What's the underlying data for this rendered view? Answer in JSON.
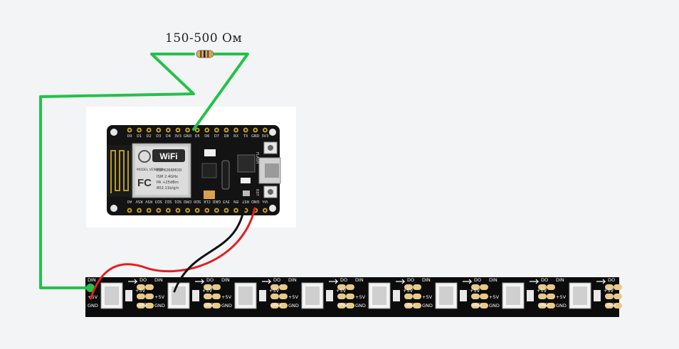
{
  "resistor": {
    "label": "150-500 Ом"
  },
  "board": {
    "wifi_label": "WiFi",
    "module_lines": [
      "ESP8266MOD",
      "ISM 2.4GHz",
      "PA +25dBm",
      "802.11b/g/n"
    ],
    "vendor_text": "MODEL VENDOR",
    "fc_text": "FC",
    "top_pins": [
      "D0",
      "D1",
      "D2",
      "D3",
      "D4",
      "3V3",
      "GND",
      "D5",
      "D6",
      "D7",
      "D8",
      "RX",
      "TX",
      "GND",
      "3V3"
    ],
    "bottom_pins": [
      "A0",
      "RSV",
      "RSV",
      "SD3",
      "SD2",
      "SD1",
      "CMD",
      "SD0",
      "CLK",
      "GND",
      "3V3",
      "EN",
      "RST",
      "GND",
      "Vin"
    ],
    "flash_label": "FLASH",
    "rst_label": "RST"
  },
  "strip": {
    "segment_count": 8,
    "din_label": "DIN",
    "do_label": "DO",
    "plus5v_label": "+5V",
    "gnd_label": "GND"
  },
  "wires": {
    "data_color": "#22c24a",
    "power_color": "#e02020",
    "ground_color": "#111111"
  }
}
